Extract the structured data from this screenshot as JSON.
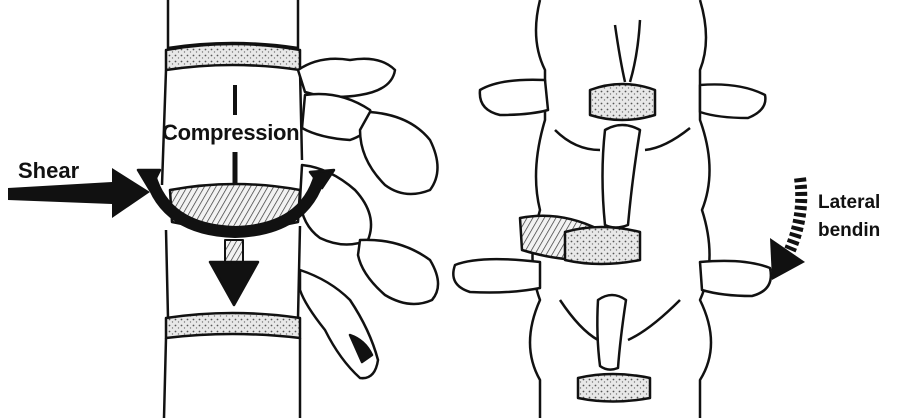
{
  "labels": {
    "compression": "Compression",
    "shear": "Shear",
    "lateral_line1": "Lateral",
    "lateral_line2": "bendin"
  }
}
